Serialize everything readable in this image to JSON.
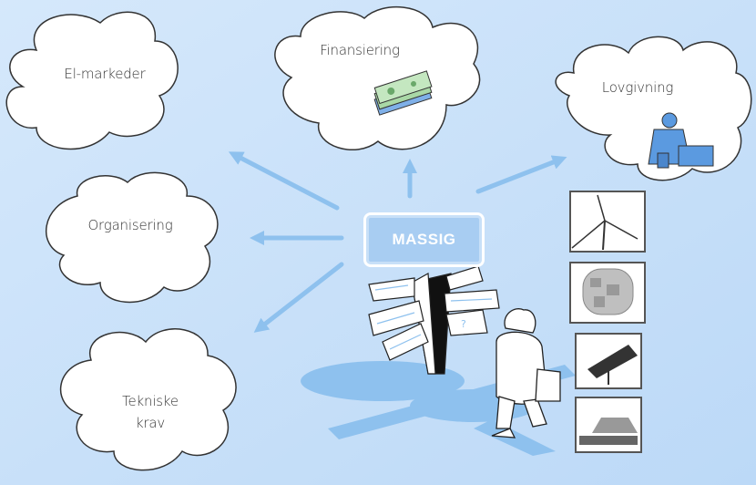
{
  "center": {
    "label": "MASSIG"
  },
  "clouds": [
    {
      "id": "el-markeder",
      "label": "El-markeder"
    },
    {
      "id": "finansiering",
      "label": "Finansiering"
    },
    {
      "id": "lovgivning",
      "label": "Lovgivning"
    },
    {
      "id": "organisering",
      "label": "Organisering"
    },
    {
      "id": "tekniske-krav",
      "line1": "Tekniske",
      "line2": "krav"
    }
  ],
  "tiles": [
    {
      "icon": "wind-turbine-icon"
    },
    {
      "icon": "stone-wall-icon"
    },
    {
      "icon": "solar-panel-icon"
    },
    {
      "icon": "car-icon"
    }
  ],
  "colors": {
    "background": "#c6e0f9",
    "arrow": "#8ec1ee",
    "cloud": "#ffffff",
    "outline": "#333333"
  }
}
